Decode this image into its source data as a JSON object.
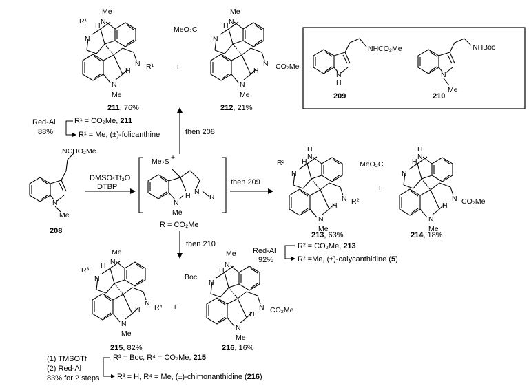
{
  "box": {
    "compound_209": {
      "substituent": "NHCO₂Me",
      "nh": "H",
      "label": "209"
    },
    "compound_210": {
      "substituent": "NHBoc",
      "n_methyl": "Me",
      "label": "210"
    }
  },
  "compound_208": {
    "substituent": "NCHO₂Me",
    "n_methyl": "Me",
    "label": "208"
  },
  "intermediate": {
    "sulfonium": "Me₂S",
    "plus": "+",
    "r_group": "R",
    "n_methyl": "Me",
    "h": "H",
    "r_def": "R = CO₂Me"
  },
  "arrows": {
    "main_reagent_1": "DMSO-Tf₂O",
    "main_reagent_2": "DTBP",
    "up": "then 208",
    "right": "then 209",
    "down": "then 210"
  },
  "top": {
    "p211": {
      "r1_left": "R¹",
      "r1_right": "R¹",
      "h1": "H",
      "h2": "H",
      "me_top": "Me",
      "me_bottom": "Me",
      "label": "211",
      "yield": ", 76%"
    },
    "plus": "+",
    "p212": {
      "carbamate_top": "MeO₂C",
      "carbamate_bottom": "CO₂Me",
      "h1": "H",
      "h2": "H",
      "me_top": "Me",
      "me_bottom": "Me",
      "label": "212",
      "yield": ", 21%"
    },
    "redal": {
      "reagent": "Red-Al",
      "yield": "88%",
      "line1_pre": "R¹ = CO₂Me, ",
      "line1_label": "211",
      "line2": "R¹ = Me, (±)-folicanthine"
    }
  },
  "right": {
    "p213": {
      "r2_left": "R²",
      "r2_right": "R²",
      "nh_top": "H",
      "h1": "H",
      "h2": "H",
      "me_bottom": "Me",
      "label": "213",
      "yield": ", 63%"
    },
    "plus": "+",
    "p214": {
      "carbamate_top": "MeO₂C",
      "carbamate_bottom": "CO₂Me",
      "nh_top": "H",
      "h1": "H",
      "h2": "H",
      "me_bottom": "Me",
      "label": "214",
      "yield": ", 18%"
    },
    "redal": {
      "reagent": "Red-Al",
      "yield": "92%",
      "line1_pre": "R² = CO₂Me, ",
      "line1_label": "213",
      "line2_pre": "R² =Me, (±)-calycanthidine (",
      "line2_num": "5",
      "line2_post": ")"
    }
  },
  "bottom": {
    "p215": {
      "r3": "R³",
      "r4": "R⁴",
      "h1": "H",
      "h2": "H",
      "me_top": "Me",
      "me_bottom": "Me",
      "label": "215",
      "yield": ", 82%"
    },
    "plus": "+",
    "p216": {
      "boc": "Boc",
      "carbamate_bottom": "CO₂Me",
      "h1": "H",
      "h2": "H",
      "me_top": "Me",
      "me_bottom": "Me",
      "label": "216",
      "yield": ", 16%"
    },
    "steps": {
      "step1": "(1) TMSOTf",
      "step2": "(2) Red-Al",
      "yield": "83% for 2 steps",
      "line1_pre": "R³ = Boc, R⁴ = CO₂Me, ",
      "line1_label": "215",
      "line2_pre": "R³ = H, R⁴ = Me, (±)-chimonanthidine  (",
      "line2_label": "216",
      "line2_post": ")"
    }
  }
}
